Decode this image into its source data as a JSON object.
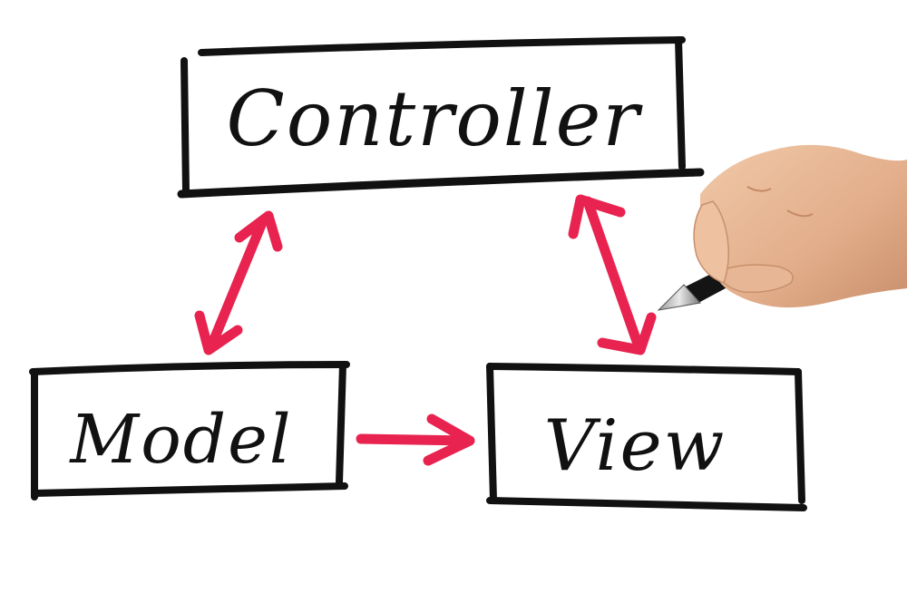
{
  "diagram": {
    "nodes": {
      "controller": {
        "label": "Controller"
      },
      "model": {
        "label": "Model"
      },
      "view": {
        "label": "View"
      }
    },
    "edges": [
      {
        "from": "controller",
        "to": "model",
        "direction": "both"
      },
      {
        "from": "controller",
        "to": "view",
        "direction": "both"
      },
      {
        "from": "model",
        "to": "view",
        "direction": "forward"
      }
    ]
  },
  "colors": {
    "box_stroke": "#111111",
    "arrow": "#e8234f",
    "text": "#111111",
    "background": "#ffffff"
  },
  "icons": {
    "hand": "hand-holding-pen-icon"
  }
}
